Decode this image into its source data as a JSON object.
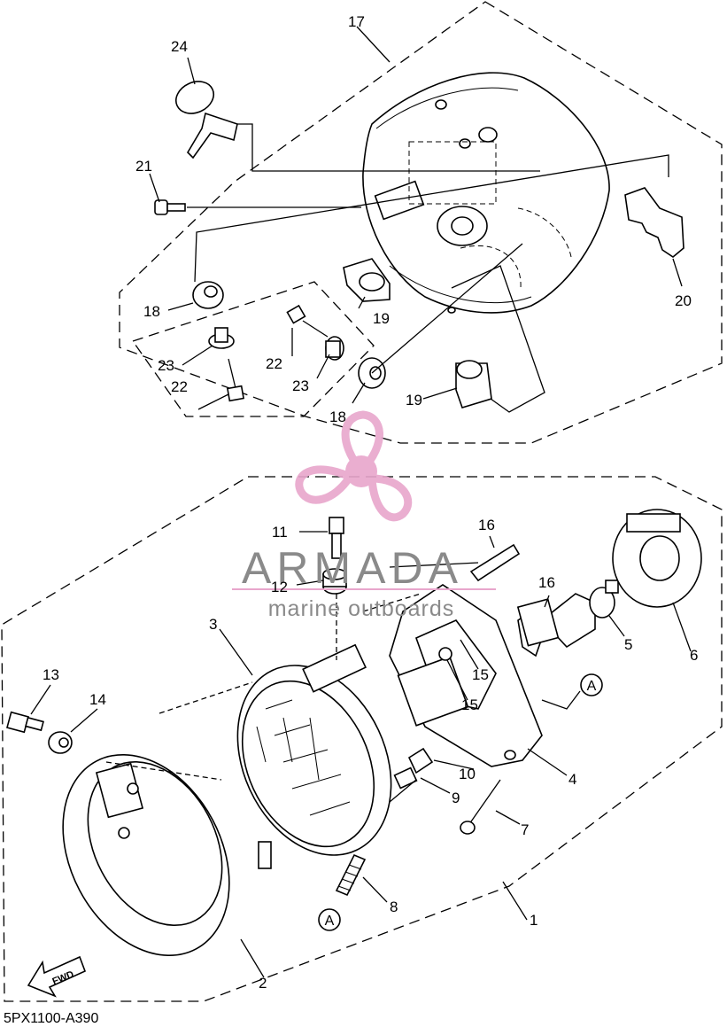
{
  "diagram": {
    "callouts": {
      "p1": "1",
      "p2": "2",
      "p3": "3",
      "p4": "4",
      "p5": "5",
      "p6": "6",
      "p7": "7",
      "p8": "8",
      "p9": "9",
      "p10": "10",
      "p11": "11",
      "p12": "12",
      "p13": "13",
      "p14": "14",
      "p15a": "15",
      "p15b": "15",
      "p16a": "16",
      "p16b": "16",
      "p17": "17",
      "p18a": "18",
      "p18b": "18",
      "p19a": "19",
      "p19b": "19",
      "p20": "20",
      "p21": "21",
      "p22a": "22",
      "p22b": "22",
      "p23a": "23",
      "p23b": "23",
      "p24": "24"
    },
    "ref_marks": {
      "a1": "A",
      "a2": "A"
    },
    "fwd_label": "FWD",
    "part_code": "5PX1100-A390"
  },
  "watermark": {
    "brand": "ARMADA",
    "tagline": "marine outboards",
    "colors": {
      "logo_pink": "#e8a6cc",
      "text_gray": "#8a8a8a"
    }
  }
}
